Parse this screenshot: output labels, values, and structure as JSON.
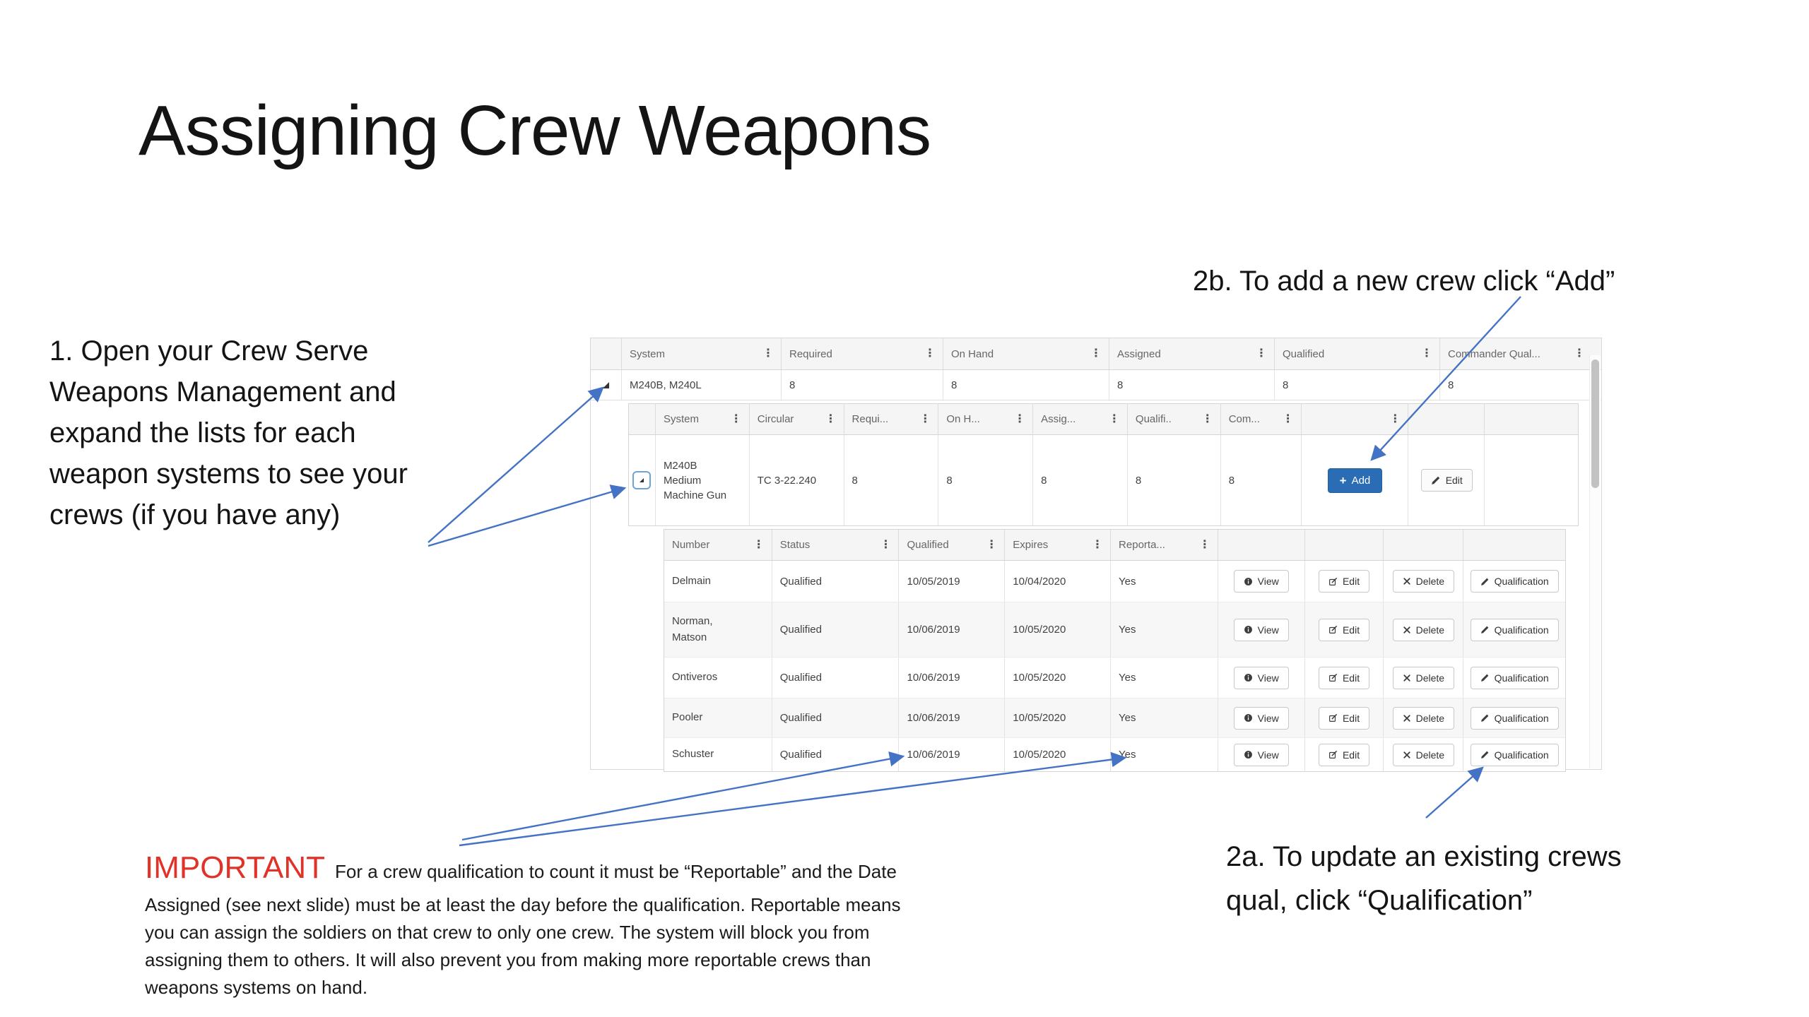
{
  "slide": {
    "title": "Assigning Crew Weapons",
    "step1": "1. Open your Crew Serve\nWeapons Management and\nexpand the lists for each\nweapon systems to see your\ncrews (if you have any)",
    "label_2b": "2b. To add a new crew click “Add”",
    "label_2a": "2a. To update an existing crews\nqual, click “Qualification”",
    "important_label": "IMPORTANT",
    "important_body": "For a crew qualification to count it must be “Reportable” and the Date Assigned (see next slide) must be at least the day before the qualification. Reportable means you can assign the soldiers on that crew to only one crew. The system will block you from assigning them to others. It will also prevent you from making more reportable crews than weapons systems on hand.",
    "colors": {
      "arrow_blue": "#4472c4",
      "important_red": "#e03228",
      "accent_blue": "#2a6db5"
    }
  },
  "grid1": {
    "columns": [
      "System",
      "Required",
      "On Hand",
      "Assigned",
      "Qualified",
      "Commander Qual..."
    ],
    "menu_icon": "⋮",
    "row": {
      "system": "M240B, M240L",
      "required": "8",
      "on_hand": "8",
      "assigned": "8",
      "qualified": "8",
      "commander_qual": "8"
    }
  },
  "grid2": {
    "columns": [
      "System",
      "Circular",
      "Requi...",
      "On H...",
      "Assig...",
      "Qualifi..",
      "Com..."
    ],
    "row": {
      "system": "M240B Medium Machine Gun",
      "circular": "TC 3-22.240",
      "values": [
        "8",
        "8",
        "8",
        "8",
        "8"
      ]
    },
    "add_label": "Add",
    "edit_label": "Edit"
  },
  "grid3": {
    "columns": [
      "Number",
      "Status",
      "Qualified",
      "Expires",
      "Reporta..."
    ],
    "buttons": [
      "View",
      "Edit",
      "Delete",
      "Qualification"
    ],
    "rows": [
      {
        "number": "Delmain",
        "status": "Qualified",
        "qualified": "10/05/2019",
        "expires": "10/04/2020",
        "reportable": "Yes"
      },
      {
        "number": "Norman, Matson",
        "status": "Qualified",
        "qualified": "10/06/2019",
        "expires": "10/05/2020",
        "reportable": "Yes"
      },
      {
        "number": "Ontiveros",
        "status": "Qualified",
        "qualified": "10/06/2019",
        "expires": "10/05/2020",
        "reportable": "Yes"
      },
      {
        "number": "Pooler",
        "status": "Qualified",
        "qualified": "10/06/2019",
        "expires": "10/05/2020",
        "reportable": "Yes"
      },
      {
        "number": "Schuster",
        "status": "Qualified",
        "qualified": "10/06/2019",
        "expires": "10/05/2020",
        "reportable": "Yes"
      }
    ]
  }
}
